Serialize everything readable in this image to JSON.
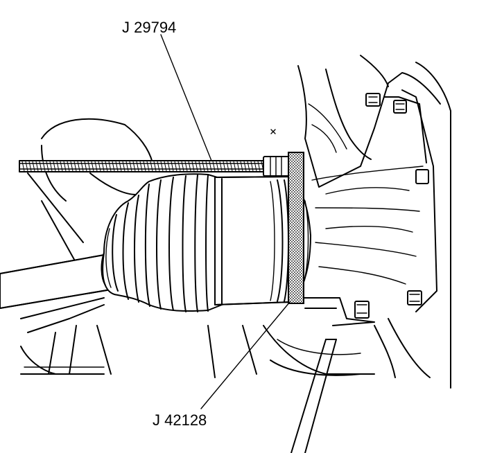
{
  "callouts": [
    {
      "id": "tool-rod",
      "label": "J 29794"
    },
    {
      "id": "tool-plate",
      "label": "J 42128"
    }
  ],
  "colors": {
    "ink": "#000000",
    "paper": "#ffffff"
  }
}
